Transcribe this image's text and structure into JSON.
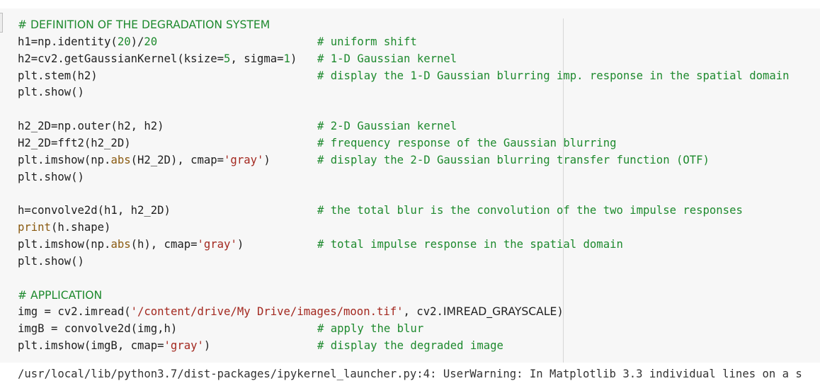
{
  "code_lines": [
    {
      "parts": [
        {
          "t": "# DEFINITION OF THE DEGRADATION SYSTEM",
          "c": "cmt sans"
        }
      ]
    },
    {
      "parts": [
        {
          "t": "h1=np.identity(",
          "c": ""
        },
        {
          "t": "20",
          "c": "num"
        },
        {
          "t": ")/",
          "c": ""
        },
        {
          "t": "20",
          "c": "num"
        },
        {
          "t": "",
          "c": "pad"
        },
        {
          "t": "# uniform shift",
          "c": "cmt"
        }
      ]
    },
    {
      "parts": [
        {
          "t": "h2=cv2.getGaussianKernel(ksize=",
          "c": ""
        },
        {
          "t": "5",
          "c": "num"
        },
        {
          "t": ", sigma=",
          "c": ""
        },
        {
          "t": "1",
          "c": "num"
        },
        {
          "t": ")",
          "c": ""
        },
        {
          "t": "",
          "c": "pad"
        },
        {
          "t": "# 1-D Gaussian kernel",
          "c": "cmt"
        }
      ]
    },
    {
      "parts": [
        {
          "t": "plt.stem(h2)",
          "c": ""
        },
        {
          "t": "",
          "c": "pad"
        },
        {
          "t": "# display the 1-D Gaussian blurring imp. response in the spatial domain",
          "c": "cmt"
        }
      ]
    },
    {
      "parts": [
        {
          "t": "plt.show()",
          "c": ""
        }
      ]
    },
    {
      "parts": []
    },
    {
      "parts": [
        {
          "t": "h2_2D=np.outer(h2, h2)",
          "c": ""
        },
        {
          "t": "",
          "c": "pad"
        },
        {
          "t": "# 2-D Gaussian kernel",
          "c": "cmt"
        }
      ]
    },
    {
      "parts": [
        {
          "t": "H2_2D=fft2(h2_2D)",
          "c": ""
        },
        {
          "t": "",
          "c": "pad"
        },
        {
          "t": "# frequency response of the Gaussian blurring",
          "c": "cmt"
        }
      ]
    },
    {
      "parts": [
        {
          "t": "plt.imshow(np.",
          "c": ""
        },
        {
          "t": "abs",
          "c": "bi"
        },
        {
          "t": "(H2_2D), cmap=",
          "c": ""
        },
        {
          "t": "'gray'",
          "c": "str"
        },
        {
          "t": ")",
          "c": ""
        },
        {
          "t": "",
          "c": "pad"
        },
        {
          "t": "# display the 2-D Gaussian blurring transfer function (OTF)",
          "c": "cmt"
        }
      ]
    },
    {
      "parts": [
        {
          "t": "plt.show()",
          "c": ""
        }
      ]
    },
    {
      "parts": []
    },
    {
      "parts": [
        {
          "t": "h=convolve2d(h1, h2_2D)",
          "c": ""
        },
        {
          "t": "",
          "c": "pad"
        },
        {
          "t": "# the total blur is the convolution of the two impulse responses",
          "c": "cmt"
        }
      ]
    },
    {
      "parts": [
        {
          "t": "print",
          "c": "bi"
        },
        {
          "t": "(h.shape)",
          "c": ""
        }
      ]
    },
    {
      "parts": [
        {
          "t": "plt.imshow(np.",
          "c": ""
        },
        {
          "t": "abs",
          "c": "bi"
        },
        {
          "t": "(h), cmap=",
          "c": ""
        },
        {
          "t": "'gray'",
          "c": "str"
        },
        {
          "t": ")",
          "c": ""
        },
        {
          "t": "",
          "c": "pad"
        },
        {
          "t": "# total impulse response in the spatial domain",
          "c": "cmt"
        }
      ]
    },
    {
      "parts": [
        {
          "t": "plt.show()",
          "c": ""
        }
      ]
    },
    {
      "parts": []
    },
    {
      "parts": [
        {
          "t": "# APPLICATION",
          "c": "cmt sans"
        }
      ]
    },
    {
      "parts": [
        {
          "t": "img = cv2.imread(",
          "c": ""
        },
        {
          "t": "'/content/drive/My Drive/images/moon.tif'",
          "c": "str"
        },
        {
          "t": ", cv2.",
          "c": ""
        },
        {
          "t": "IMREAD_GRAYSCALE",
          "c": "sans"
        },
        {
          "t": ")",
          "c": ""
        }
      ]
    },
    {
      "parts": [
        {
          "t": "imgB = convolve2d(img,h)",
          "c": ""
        },
        {
          "t": "",
          "c": "pad"
        },
        {
          "t": "# apply the blur",
          "c": "cmt"
        }
      ]
    },
    {
      "parts": [
        {
          "t": "plt.imshow(imgB, cmap=",
          "c": ""
        },
        {
          "t": "'gray'",
          "c": "str"
        },
        {
          "t": ")",
          "c": ""
        },
        {
          "t": "",
          "c": "pad"
        },
        {
          "t": "# display the degraded image",
          "c": "cmt"
        }
      ]
    }
  ],
  "output_text": "/usr/local/lib/python3.7/dist-packages/ipykernel_launcher.py:4: UserWarning: In Matplotlib 3.3 individual lines on a s",
  "colors": {
    "comment": "#1e8a2e",
    "number": "#1e8a2e",
    "string": "#a3281f",
    "builtin": "#8a5a10",
    "code": "#1f1f1f",
    "cell_background": "#f7f7f7"
  }
}
